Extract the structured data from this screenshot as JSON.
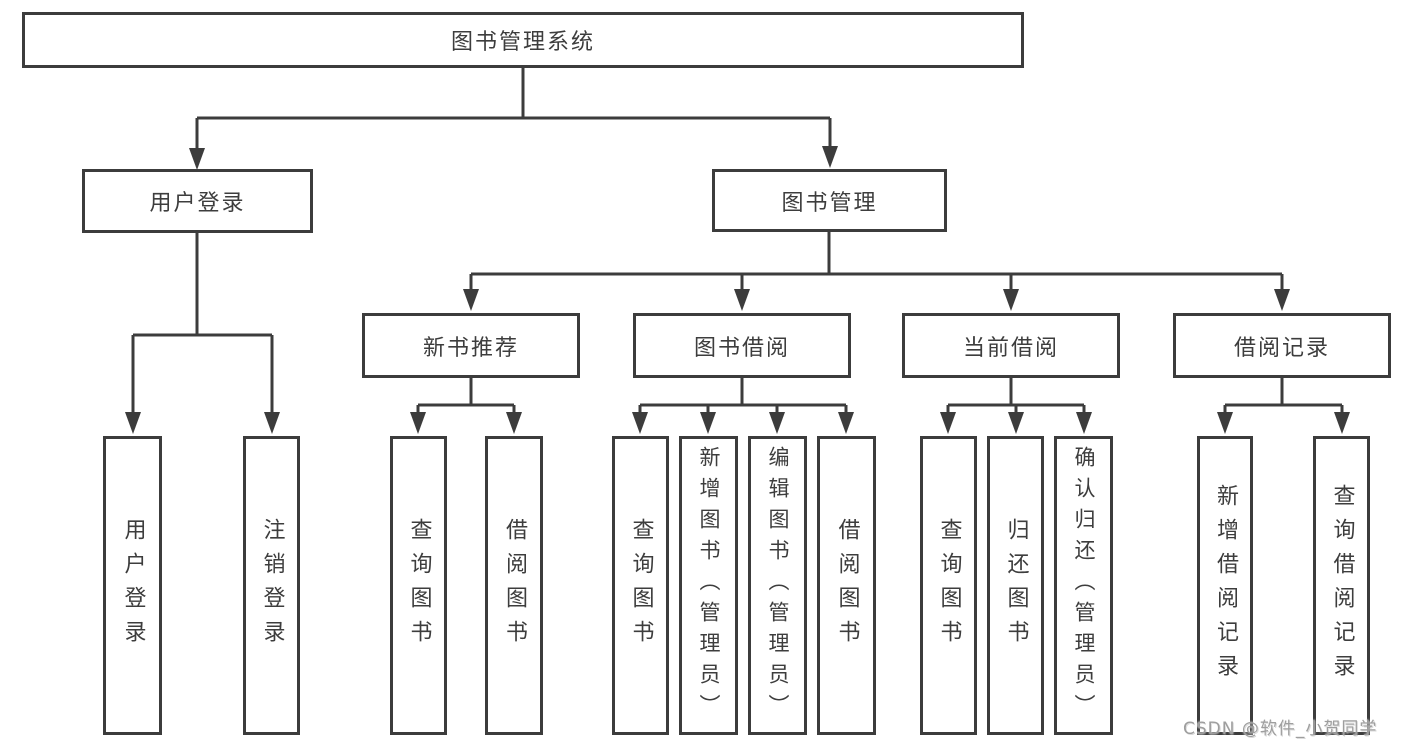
{
  "diagram_title": "图书管理系统",
  "tree": {
    "root": {
      "label": "图书管理系统",
      "children": [
        {
          "label": "用户登录",
          "children": [
            {
              "label": "用户登录"
            },
            {
              "label": "注销登录"
            }
          ]
        },
        {
          "label": "图书管理",
          "children": [
            {
              "label": "新书推荐",
              "children": [
                {
                  "label": "查询图书"
                },
                {
                  "label": "借阅图书"
                }
              ]
            },
            {
              "label": "图书借阅",
              "children": [
                {
                  "label": "查询图书"
                },
                {
                  "label": "新增图书（管理员）"
                },
                {
                  "label": "编辑图书（管理员）"
                },
                {
                  "label": "借阅图书"
                }
              ]
            },
            {
              "label": "当前借阅",
              "children": [
                {
                  "label": "查询图书"
                },
                {
                  "label": "归还图书"
                },
                {
                  "label": "确认归还（管理员）"
                }
              ]
            },
            {
              "label": "借阅记录",
              "children": [
                {
                  "label": "新增借阅记录"
                },
                {
                  "label": "查询借阅记录"
                }
              ]
            }
          ]
        }
      ]
    }
  },
  "watermark": {
    "text": "CSDN @软件_小贺同学"
  },
  "colors": {
    "line": "#3c3c3c",
    "text": "#3d3d3d",
    "box_fill": "#ffffff",
    "watermark": "#9e9e9e",
    "background": "#ffffff"
  }
}
